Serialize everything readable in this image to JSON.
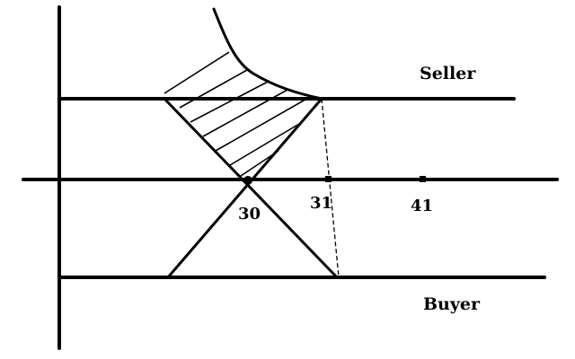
{
  "labels": {
    "seller": "Seller",
    "buyer": "Buyer",
    "tick_30": "30",
    "tick_31": "31",
    "tick_41": "41"
  }
}
